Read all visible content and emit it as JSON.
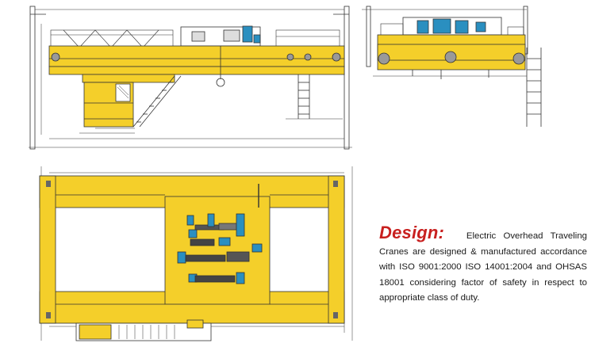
{
  "design": {
    "heading": "Design:",
    "text_line1": "Electric Overhead Traveling",
    "text_rest": "Cranes are designed & manufactured accordance with ISO 9001:2000 ISO 14001:2004 and OHSAS 18001 considering factor of safety in respect to appropriate class of duty."
  },
  "colors": {
    "crane_yellow": "#f4cf2a",
    "motor_blue": "#2a8fc0",
    "heading_red": "#c8201f",
    "line": "#333333"
  }
}
